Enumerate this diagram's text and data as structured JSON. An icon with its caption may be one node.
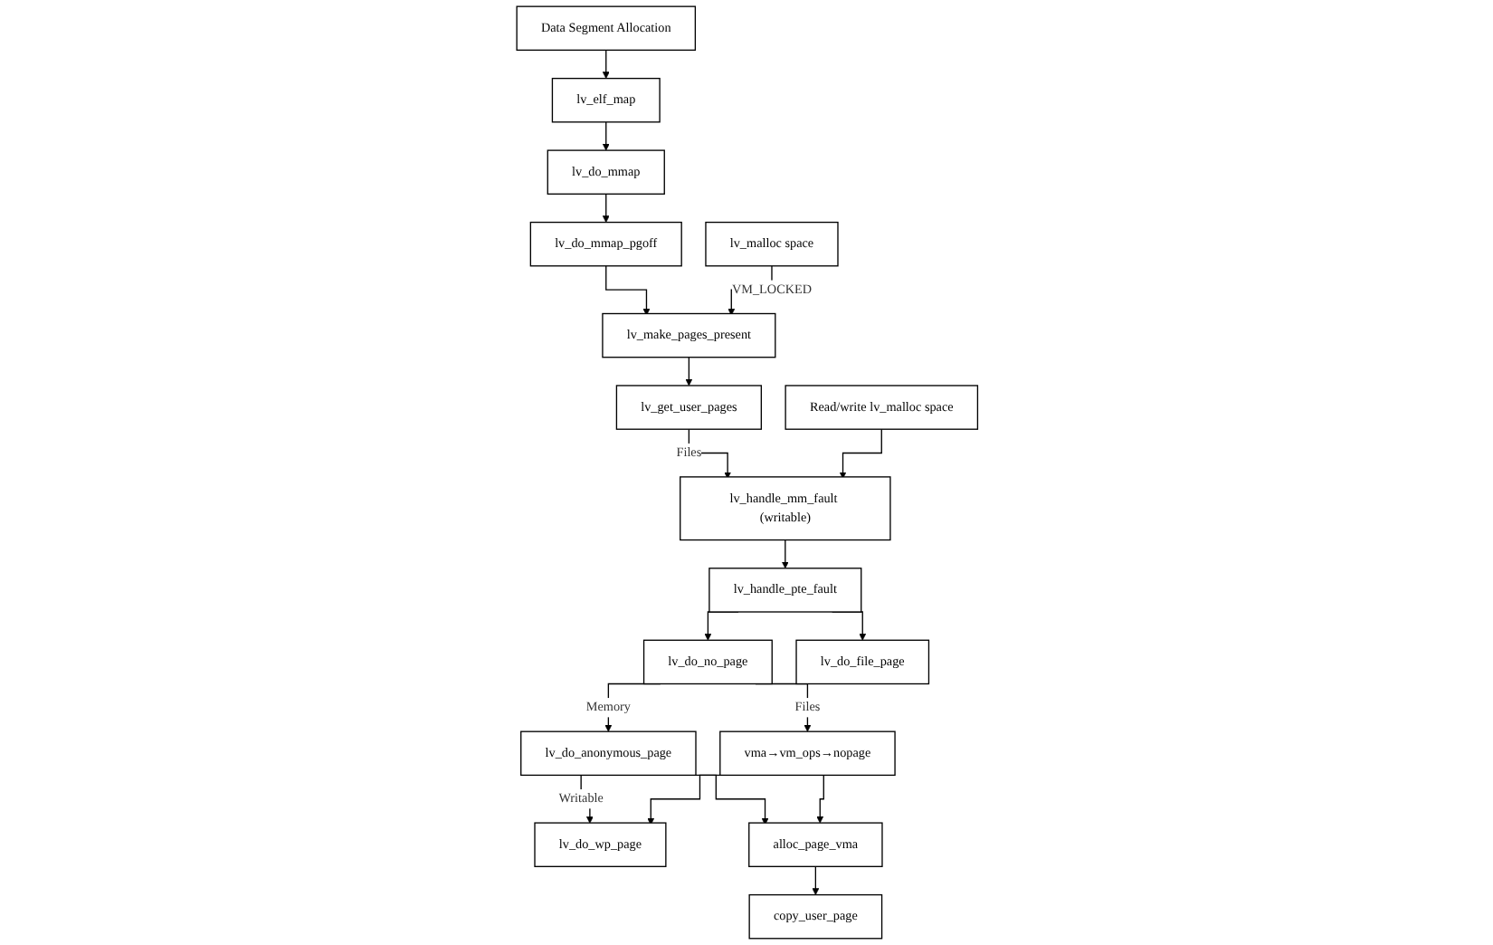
{
  "diagram": {
    "nodes": [
      {
        "text": [
          "Data Segment Allocation"
        ]
      },
      {
        "text": [
          "lv_elf_map"
        ]
      },
      {
        "text": [
          "lv_do_mmap"
        ]
      },
      {
        "text": [
          "lv_do_mmap_pgoff"
        ]
      },
      {
        "text": [
          "lv_make_pages_present"
        ]
      },
      {
        "text": [
          "lv_get_user_pages"
        ]
      },
      {
        "text": [
          "lv_malloc space"
        ]
      },
      {
        "text": [
          "Read/write lv_malloc space"
        ]
      },
      {
        "text": [
          "lv_handle_mm_fault (writable)"
        ]
      },
      {
        "text": [
          "lv_handle_pte_fault"
        ]
      },
      {
        "text": [
          "lv_do_no_page"
        ]
      },
      {
        "text": [
          "lv_do_file_page"
        ]
      },
      {
        "text": [
          "lv_do_anonymous_page"
        ]
      },
      {
        "text": [
          "vma→vm_ops→nopage"
        ]
      },
      {
        "text": [
          "lv_do_wp_page"
        ]
      },
      {
        "text": [
          "alloc_page_vma"
        ]
      },
      {
        "text": [
          "copy_user_page"
        ]
      }
    ],
    "edges": [
      {
        "from": 0,
        "to": 1,
        "arrow": "to"
      },
      {
        "from": 1,
        "to": 2,
        "arrow": "to"
      },
      {
        "from": 2,
        "to": 3,
        "arrow": "to"
      },
      {
        "from": 3,
        "to": 4,
        "arrow": "to"
      },
      {
        "from": 6,
        "to": 4,
        "arrow": "to",
        "label": "VM_LOCKED"
      },
      {
        "from": 4,
        "to": 5,
        "arrow": "to"
      },
      {
        "from": 5,
        "to": 8,
        "arrow": "to",
        "label": "Files"
      },
      {
        "from": 7,
        "to": 8,
        "arrow": "to"
      },
      {
        "from": 8,
        "to": 9,
        "arrow": "to"
      },
      {
        "from": 9,
        "to": 10,
        "arrow": "to"
      },
      {
        "from": 9,
        "to": 11,
        "arrow": "to"
      },
      {
        "from": 10,
        "to": 12,
        "arrow": "to",
        "label": "Memory"
      },
      {
        "from": 10,
        "to": 13,
        "arrow": "to",
        "label": "Files"
      },
      {
        "from": 12,
        "to": 14,
        "arrow": "to",
        "label": "Writable"
      },
      {
        "from": 12,
        "to": 15,
        "arrow": "to"
      },
      {
        "from": 13,
        "to": 14,
        "arrow": "to"
      },
      {
        "from": 13,
        "to": 15,
        "arrow": "to"
      },
      {
        "from": 15,
        "to": 16,
        "arrow": "to"
      }
    ]
  }
}
